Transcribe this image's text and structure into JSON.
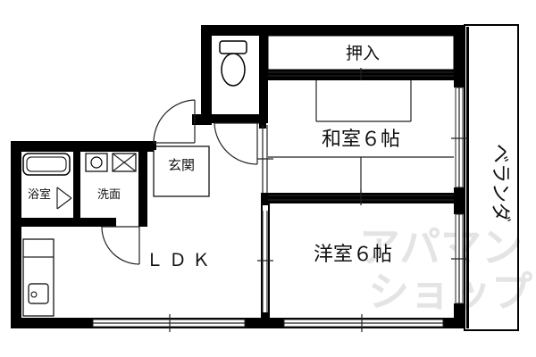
{
  "rooms": {
    "oshiire": "押入",
    "washitsu": "和室６帖",
    "genkan": "玄関",
    "yokushitsu": "浴室",
    "senmen": "洗面",
    "ldk": "ＬＤＫ",
    "youshitsu": "洋室６帖",
    "veranda": "ベランダ"
  },
  "watermark": {
    "line1": "アパマン",
    "line2": "ショップ"
  }
}
